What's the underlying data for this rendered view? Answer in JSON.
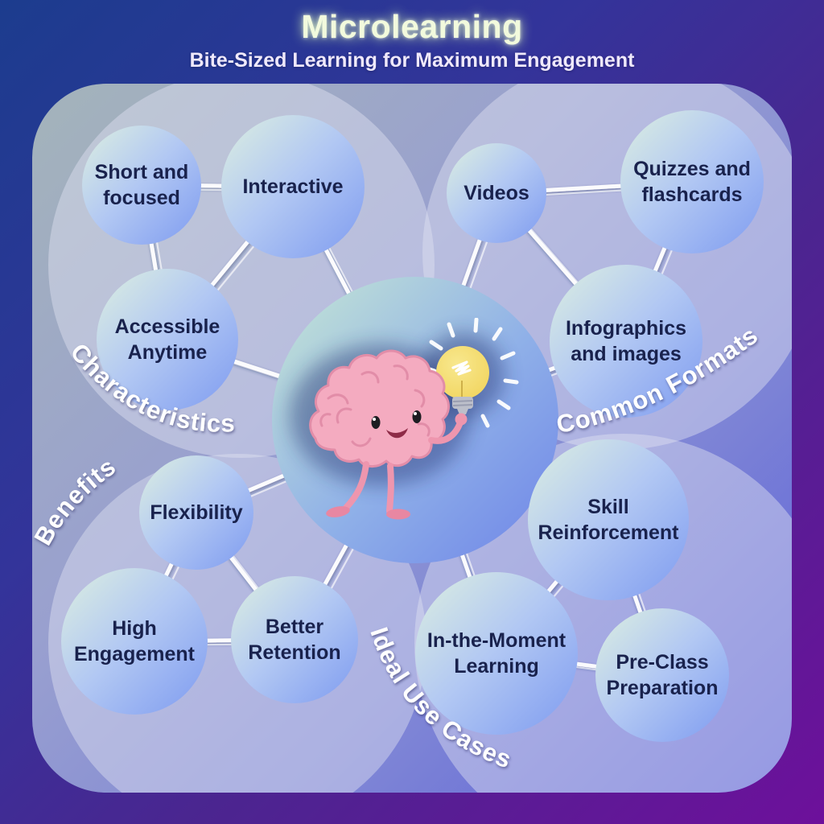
{
  "header": {
    "title": "Microlearning",
    "subtitle": "Bite-Sized Learning for Maximum Engagement"
  },
  "clusters": [
    {
      "label": "Characteristics",
      "nodes": [
        {
          "label": "Short and focused"
        },
        {
          "label": "Interactive"
        },
        {
          "label": "Accessible Anytime"
        }
      ]
    },
    {
      "label": "Common Formats",
      "nodes": [
        {
          "label": "Videos"
        },
        {
          "label": "Quizzes and flashcards"
        },
        {
          "label": "Infographics and images"
        }
      ]
    },
    {
      "label": "Benefits",
      "nodes": [
        {
          "label": "Flexibility"
        },
        {
          "label": "High Engagement"
        },
        {
          "label": "Better Retention"
        }
      ]
    },
    {
      "label": "Ideal Use Cases",
      "nodes": [
        {
          "label": "Skill Reinforcement"
        },
        {
          "label": "In-the-Moment Learning"
        },
        {
          "label": "Pre-Class Preparation"
        }
      ]
    }
  ],
  "center": {
    "icon": "brain-holding-lightbulb"
  },
  "colors": {
    "background_start": "#1c3c8e",
    "background_end": "#6d109b",
    "panel_start": "#a4b4ba",
    "panel_end": "#5a5ed8",
    "bubble_start": "#dcefe0",
    "bubble_end": "#7e9bf0",
    "node_text": "#19224d",
    "cluster_label_text": "#ffffff",
    "title_text": "#f2fadd",
    "connector": "#ffffff",
    "brain": "#f4abc0",
    "bulb": "#f3d862"
  }
}
